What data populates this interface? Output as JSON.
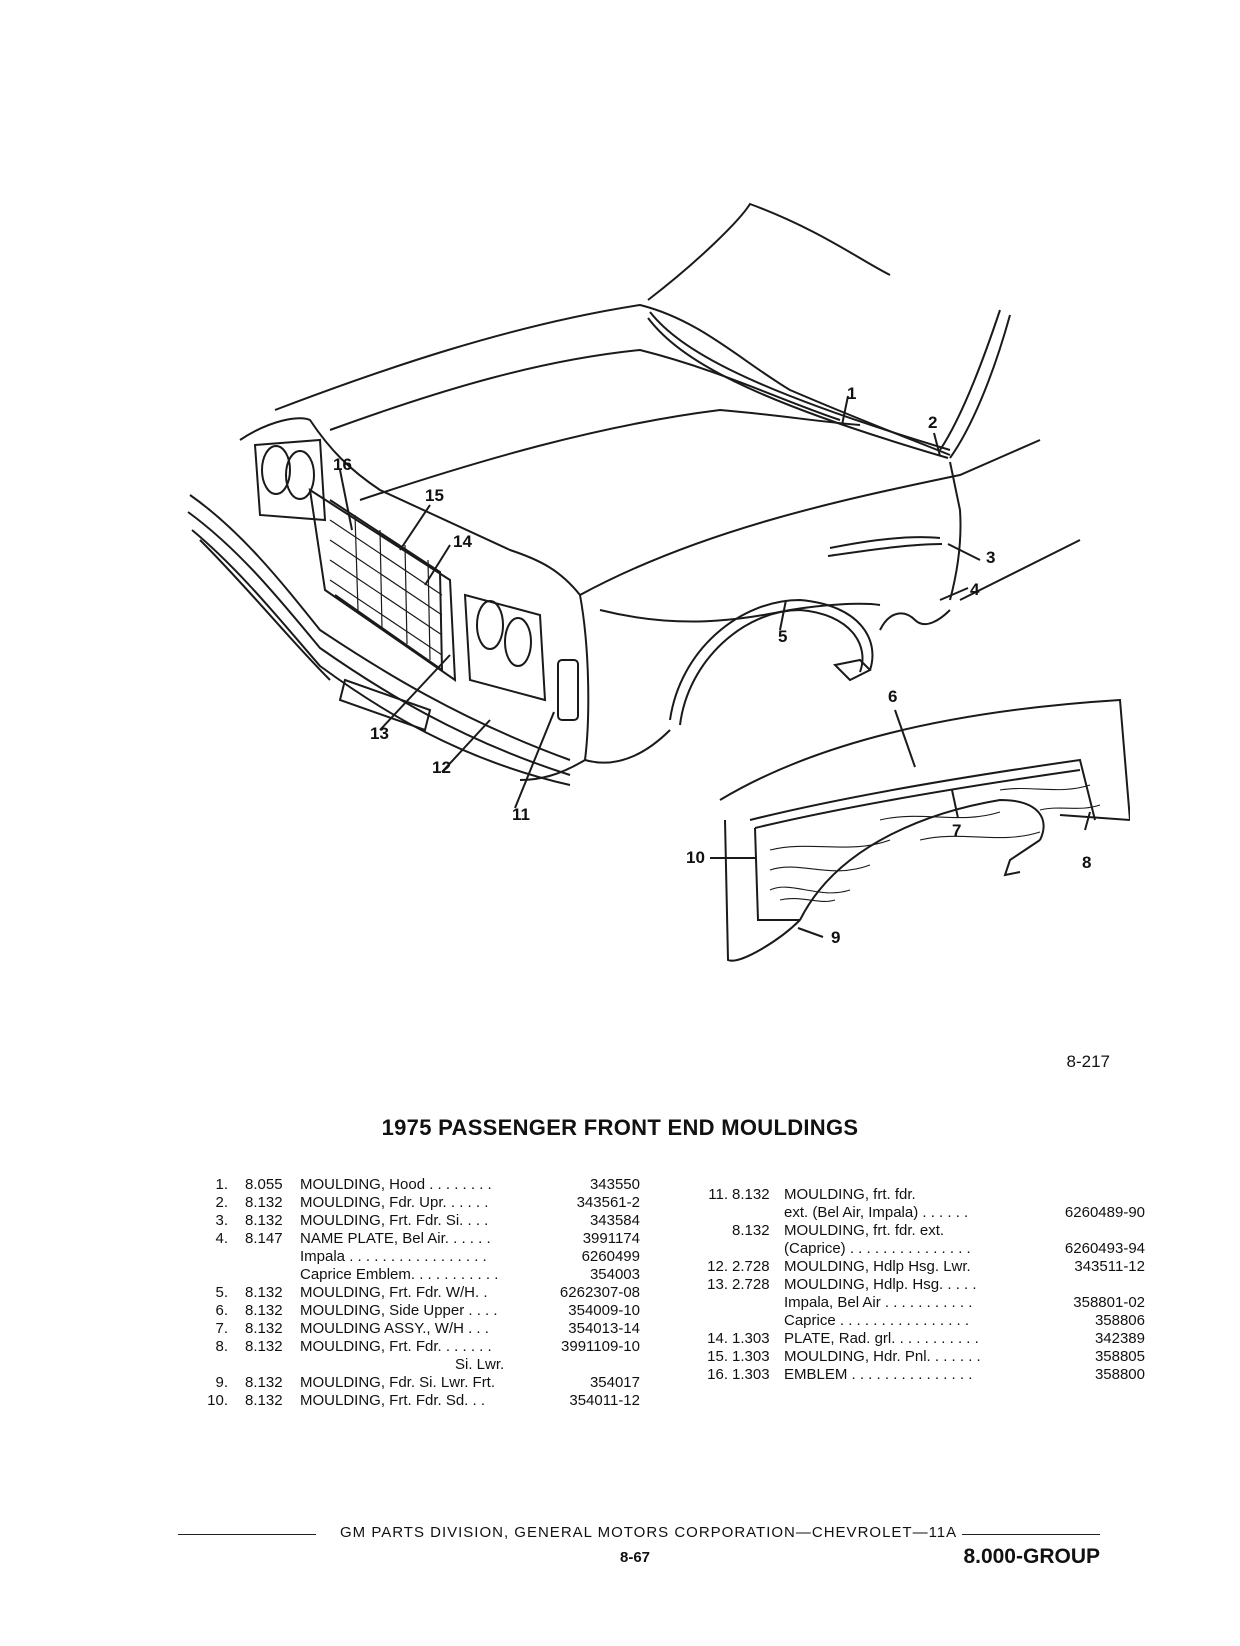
{
  "diagram_id": "8-217",
  "title": "1975 PASSENGER FRONT END MOULDINGS",
  "callouts": [
    "1",
    "2",
    "3",
    "4",
    "5",
    "6",
    "7",
    "8",
    "9",
    "10",
    "11",
    "12",
    "13",
    "14",
    "15",
    "16"
  ],
  "left_parts": [
    {
      "num": "1.",
      "group": "8.055",
      "desc": "MOULDING, Hood . . . . . . . .",
      "part": "343550"
    },
    {
      "num": "2.",
      "group": "8.132",
      "desc": "MOULDING, Fdr. Upr. . . . . .",
      "part": "343561-2"
    },
    {
      "num": "3.",
      "group": "8.132",
      "desc": "MOULDING, Frt. Fdr. Si. . . .",
      "part": "343584"
    },
    {
      "num": "4.",
      "group": "8.147",
      "desc": "NAME PLATE, Bel Air. . . . . .",
      "part": "3991174"
    },
    {
      "num": "",
      "group": "",
      "desc": "Impala . . . . . . . . . . . . . . . . .",
      "part": "6260499"
    },
    {
      "num": "",
      "group": "",
      "desc": "Caprice Emblem. . . . . . . . . . .",
      "part": "354003"
    },
    {
      "num": "5.",
      "group": "8.132",
      "desc": "MOULDING, Frt. Fdr. W/H. .",
      "part": "6262307-08"
    },
    {
      "num": "6.",
      "group": "8.132",
      "desc": "MOULDING, Side Upper . . . .",
      "part": "354009-10"
    },
    {
      "num": "7.",
      "group": "8.132",
      "desc": "MOULDING ASSY., W/H . . .",
      "part": "354013-14"
    },
    {
      "num": "8.",
      "group": "8.132",
      "desc": "MOULDING, Frt. Fdr. . . . . . .",
      "part": "3991109-10"
    },
    {
      "num": "",
      "group": "",
      "desc": "Si. Lwr.",
      "part": ""
    },
    {
      "num": "9.",
      "group": "8.132",
      "desc": "MOULDING, Fdr. Si. Lwr. Frt.",
      "part": "354017"
    },
    {
      "num": "10.",
      "group": "8.132",
      "desc": "MOULDING, Frt. Fdr. Sd. . .",
      "part": "354011-12"
    }
  ],
  "right_parts": [
    {
      "num": "11.",
      "group": "8.132",
      "desc": "MOULDING, frt. fdr.",
      "part": ""
    },
    {
      "num": "",
      "group": "",
      "desc": "ext. (Bel Air, Impala) . . . . . .",
      "part": "6260489-90"
    },
    {
      "num": "",
      "group": "8.132",
      "desc": "MOULDING, frt. fdr. ext.",
      "part": ""
    },
    {
      "num": "",
      "group": "",
      "desc": "(Caprice) . . . . . . . . . . . . . . .",
      "part": "6260493-94"
    },
    {
      "num": "12.",
      "group": "2.728",
      "desc": "MOULDING, Hdlp Hsg. Lwr.",
      "part": "343511-12"
    },
    {
      "num": "13.",
      "group": "2.728",
      "desc": "MOULDING, Hdlp. Hsg. . . . .",
      "part": ""
    },
    {
      "num": "",
      "group": "",
      "desc": "Impala, Bel Air . . . . . . . . . . .",
      "part": "358801-02"
    },
    {
      "num": "",
      "group": "",
      "desc": "Caprice . . . . . . . . . . . . . . . .",
      "part": "358806"
    },
    {
      "num": "14.",
      "group": "1.303",
      "desc": "PLATE, Rad. grl. . . . . . . . . . .",
      "part": "342389"
    },
    {
      "num": "15.",
      "group": "1.303",
      "desc": "MOULDING, Hdr. Pnl. . . . . . .",
      "part": "358805"
    },
    {
      "num": "16.",
      "group": "1.303",
      "desc": "EMBLEM . . . . . . . . . . . . . . .",
      "part": "358800"
    }
  ],
  "footer": {
    "text": "GM PARTS DIVISION, GENERAL MOTORS CORPORATION—CHEVROLET—11A",
    "page": "8-67",
    "group": "8.000-GROUP"
  }
}
